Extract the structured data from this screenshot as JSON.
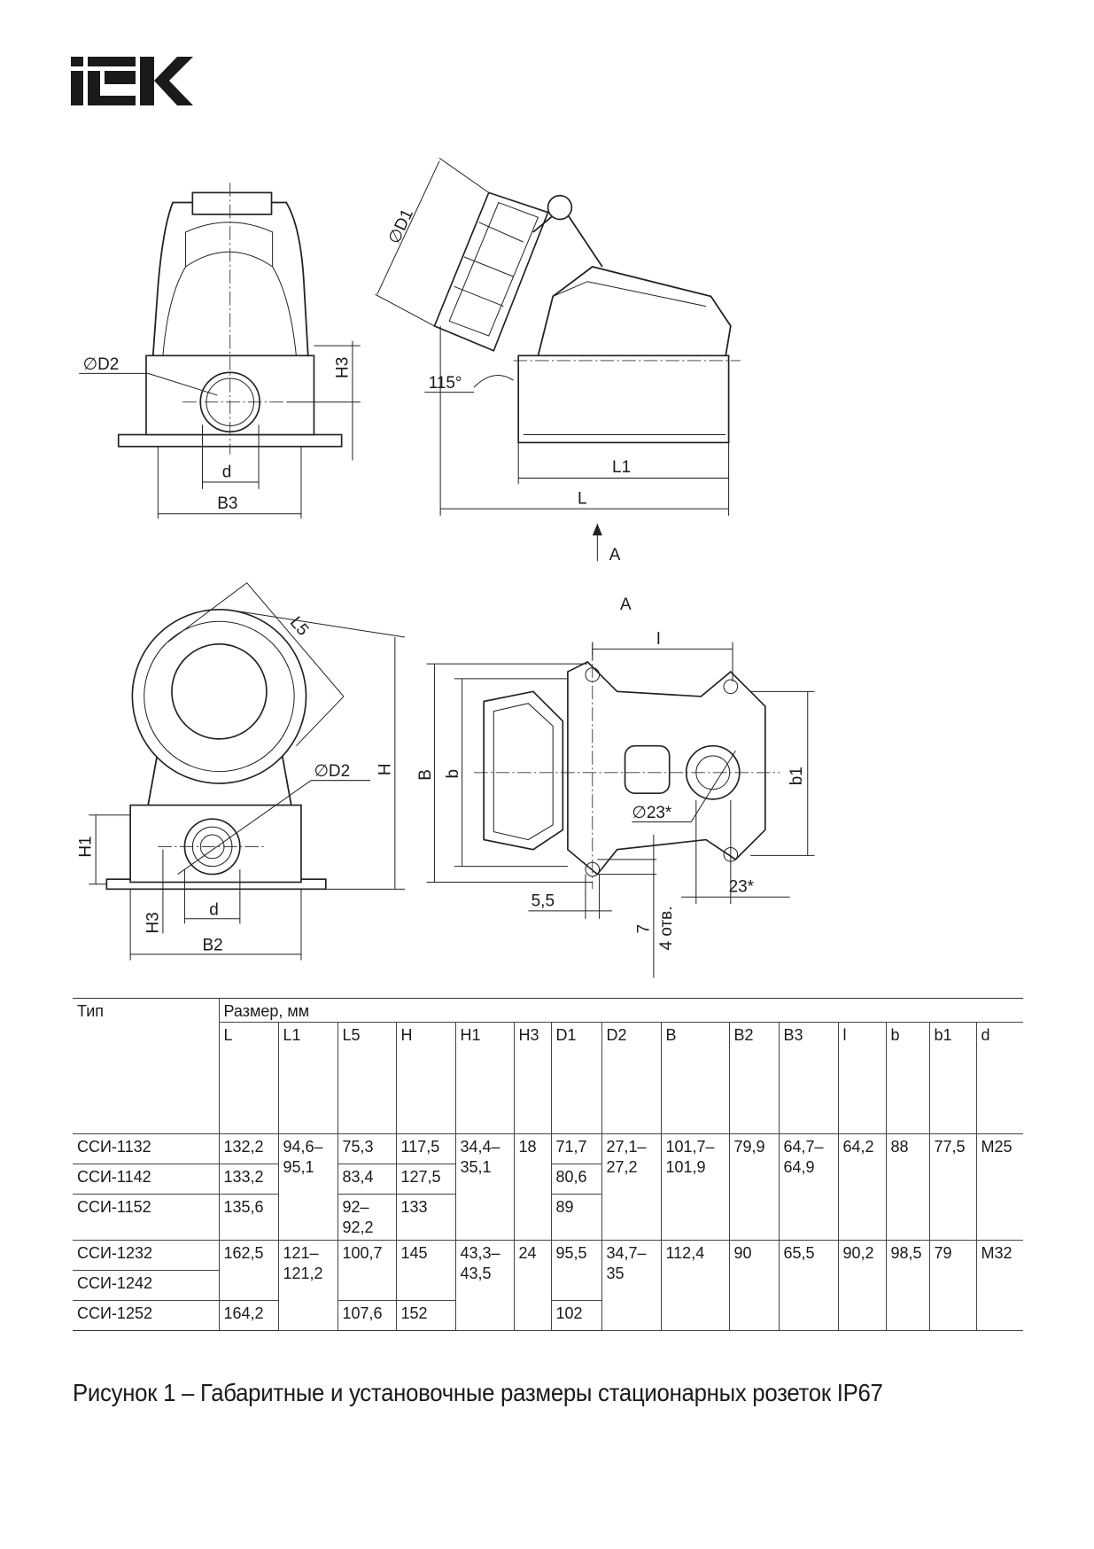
{
  "logo": {
    "text": "IEK"
  },
  "drawing_labels": {
    "front_d2": "∅D2",
    "front_h3": "H3",
    "front_d": "d",
    "front_b3": "B3",
    "side_d1": "∅D1",
    "side_angle": "115°",
    "side_l1": "L1",
    "side_l": "L",
    "side_view_arrow": "A",
    "view_a_title": "A",
    "lower_l5": "L5",
    "lower_h": "H",
    "lower_d2": "∅D2",
    "lower_h1": "H1",
    "lower_h3": "H3",
    "lower_d": "d",
    "lower_b2": "B2",
    "plate_b": "B",
    "plate_b_small": "b",
    "plate_l": "l",
    "plate_b1": "b1",
    "plate_hole23": "∅23*",
    "plate_5_5": "5,5",
    "plate_7": "7",
    "plate_4holes": "4 отв.",
    "plate_23": "23*"
  },
  "table": {
    "type_header": "Тип",
    "size_header": "Размер, мм",
    "columns": [
      "L",
      "L1",
      "L5",
      "H",
      "H1",
      "H3",
      "D1",
      "D2",
      "B",
      "B2",
      "B3",
      "l",
      "b",
      "b1",
      "d"
    ],
    "rows": [
      {
        "type": "ССИ-1132",
        "L": "132,2",
        "L1": "94,6–95,1",
        "L5": "75,3",
        "H": "117,5",
        "H1": "34,4–35,1",
        "H3": "18",
        "D1": "71,7",
        "D2": "27,1–27,2",
        "B": "101,7–101,9",
        "B2": "79,9",
        "B3": "64,7–64,9",
        "l": "64,2",
        "b": "88",
        "b1": "77,5",
        "d": "M25"
      },
      {
        "type": "ССИ-1142",
        "L": "133,2",
        "L5": "83,4",
        "H": "127,5",
        "D1": "80,6"
      },
      {
        "type": "ССИ-1152",
        "L": "135,6",
        "L5": "92–92,2",
        "H": "133",
        "D1": "89"
      },
      {
        "type": "ССИ-1232",
        "L": "162,5",
        "L1": "121–121,2",
        "L5": "100,7",
        "H": "145",
        "H1": "43,3–43,5",
        "H3": "24",
        "D1": "95,5",
        "D2": "34,7–35",
        "B": "112,4",
        "B2": "90",
        "B3": "65,5",
        "l": "90,2",
        "b": "98,5",
        "b1": "79",
        "d": "M32"
      },
      {
        "type": "ССИ-1242"
      },
      {
        "type": "ССИ-1252",
        "L": "164,2",
        "L5": "107,6",
        "H": "152",
        "D1": "102"
      }
    ]
  },
  "caption": "Рисунок 1 – Габаритные и установочные размеры стационарных розеток IP67"
}
